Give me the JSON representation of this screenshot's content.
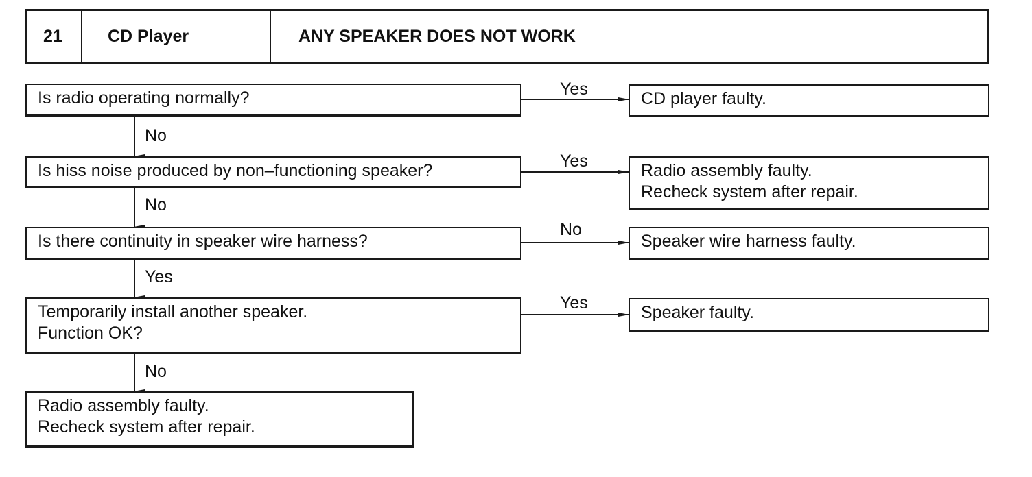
{
  "header": {
    "number": "21",
    "system": "CD Player",
    "title": "ANY SPEAKER DOES NOT WORK"
  },
  "steps": [
    {
      "question": [
        "Is radio operating normally?"
      ],
      "branch_label": "Yes",
      "result": [
        "CD player faulty."
      ],
      "next_label": "No"
    },
    {
      "question": [
        "Is hiss noise produced by non–functioning speaker?"
      ],
      "branch_label": "Yes",
      "result": [
        "Radio assembly faulty.",
        "Recheck system after repair."
      ],
      "next_label": "No"
    },
    {
      "question": [
        "Is there continuity in speaker wire harness?"
      ],
      "branch_label": "No",
      "result": [
        "Speaker wire harness faulty."
      ],
      "next_label": "Yes"
    },
    {
      "question": [
        "Temporarily install another speaker.",
        "Function OK?"
      ],
      "branch_label": "Yes",
      "result": [
        "Speaker faulty."
      ],
      "next_label": "No"
    }
  ],
  "final": [
    "Radio assembly faulty.",
    "Recheck system after repair."
  ]
}
